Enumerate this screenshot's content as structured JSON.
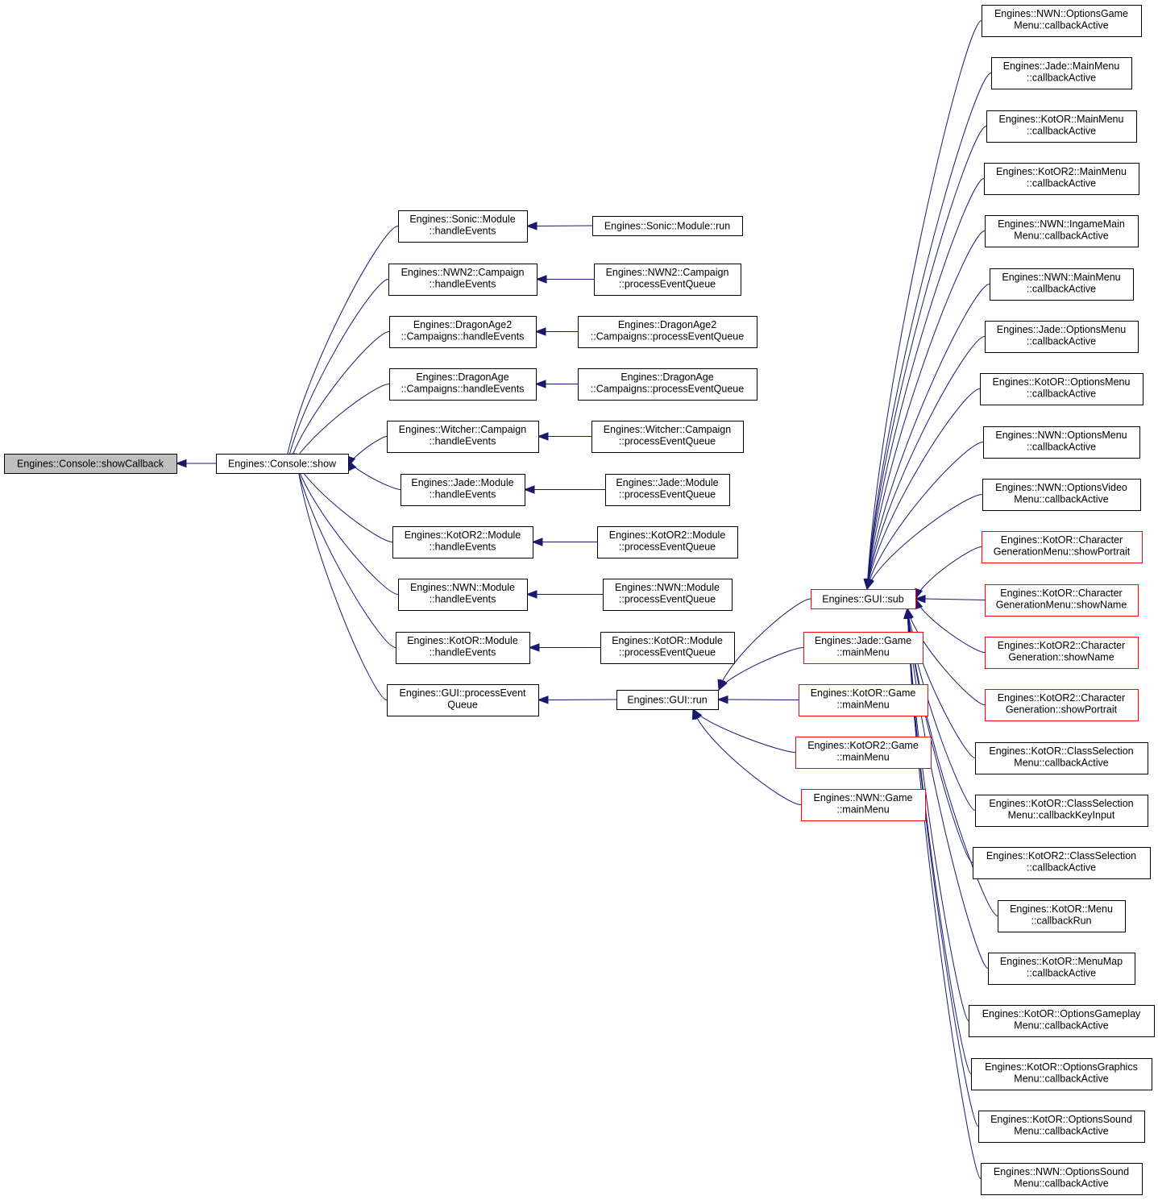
{
  "graph": {
    "edge_color": "#191970",
    "root_fill": "#bfbfbf",
    "truncated_border": "#ff0000",
    "nodes": [
      {
        "id": "showCallback",
        "lines": [
          "Engines::Console::showCallback"
        ],
        "root": true
      },
      {
        "id": "show",
        "lines": [
          "Engines::Console::show"
        ]
      },
      {
        "id": "sonicHE",
        "lines": [
          "Engines::Sonic::Module",
          "::handleEvents"
        ]
      },
      {
        "id": "nwn2HE",
        "lines": [
          "Engines::NWN2::Campaign",
          "::handleEvents"
        ]
      },
      {
        "id": "da2HE",
        "lines": [
          "Engines::DragonAge2",
          "::Campaigns::handleEvents"
        ]
      },
      {
        "id": "daHE",
        "lines": [
          "Engines::DragonAge",
          "::Campaigns::handleEvents"
        ]
      },
      {
        "id": "witcherHE",
        "lines": [
          "Engines::Witcher::Campaign",
          "::handleEvents"
        ]
      },
      {
        "id": "jadeHE",
        "lines": [
          "Engines::Jade::Module",
          "::handleEvents"
        ]
      },
      {
        "id": "kotor2HE",
        "lines": [
          "Engines::KotOR2::Module",
          "::handleEvents"
        ]
      },
      {
        "id": "nwnHE",
        "lines": [
          "Engines::NWN::Module",
          "::handleEvents"
        ]
      },
      {
        "id": "kotorHE",
        "lines": [
          "Engines::KotOR::Module",
          "::handleEvents"
        ]
      },
      {
        "id": "guiPEQ",
        "lines": [
          "Engines::GUI::processEvent",
          "Queue"
        ]
      },
      {
        "id": "sonicRun",
        "lines": [
          "Engines::Sonic::Module::run"
        ]
      },
      {
        "id": "nwn2PEQ",
        "lines": [
          "Engines::NWN2::Campaign",
          "::processEventQueue"
        ]
      },
      {
        "id": "da2PEQ",
        "lines": [
          "Engines::DragonAge2",
          "::Campaigns::processEventQueue"
        ]
      },
      {
        "id": "daPEQ",
        "lines": [
          "Engines::DragonAge",
          "::Campaigns::processEventQueue"
        ]
      },
      {
        "id": "witcherPEQ",
        "lines": [
          "Engines::Witcher::Campaign",
          "::processEventQueue"
        ]
      },
      {
        "id": "jadePEQ",
        "lines": [
          "Engines::Jade::Module",
          "::processEventQueue"
        ]
      },
      {
        "id": "kotor2PEQ",
        "lines": [
          "Engines::KotOR2::Module",
          "::processEventQueue"
        ]
      },
      {
        "id": "nwnPEQ",
        "lines": [
          "Engines::NWN::Module",
          "::processEventQueue"
        ]
      },
      {
        "id": "kotorPEQ",
        "lines": [
          "Engines::KotOR::Module",
          "::processEventQueue"
        ]
      },
      {
        "id": "guiRun",
        "lines": [
          "Engines::GUI::run"
        ]
      },
      {
        "id": "guiSub",
        "lines": [
          "Engines::GUI::sub"
        ],
        "truncated": true
      },
      {
        "id": "jadeGameMM",
        "lines": [
          "Engines::Jade::Game",
          "::mainMenu"
        ],
        "truncated": true
      },
      {
        "id": "kotorGameMM",
        "lines": [
          "Engines::KotOR::Game",
          "::mainMenu"
        ],
        "truncated": true
      },
      {
        "id": "kotor2GameMM",
        "lines": [
          "Engines::KotOR2::Game",
          "::mainMenu"
        ],
        "truncated": true
      },
      {
        "id": "nwnGameMM",
        "lines": [
          "Engines::NWN::Game",
          "::mainMenu"
        ],
        "truncated": true
      },
      {
        "id": "r0",
        "lines": [
          "Engines::NWN::OptionsGame",
          "Menu::callbackActive"
        ]
      },
      {
        "id": "r1",
        "lines": [
          "Engines::Jade::MainMenu",
          "::callbackActive"
        ]
      },
      {
        "id": "r2",
        "lines": [
          "Engines::KotOR::MainMenu",
          "::callbackActive"
        ]
      },
      {
        "id": "r3",
        "lines": [
          "Engines::KotOR2::MainMenu",
          "::callbackActive"
        ]
      },
      {
        "id": "r4",
        "lines": [
          "Engines::NWN::IngameMain",
          "Menu::callbackActive"
        ]
      },
      {
        "id": "r5",
        "lines": [
          "Engines::NWN::MainMenu",
          "::callbackActive"
        ]
      },
      {
        "id": "r6",
        "lines": [
          "Engines::Jade::OptionsMenu",
          "::callbackActive"
        ]
      },
      {
        "id": "r7",
        "lines": [
          "Engines::KotOR::OptionsMenu",
          "::callbackActive"
        ]
      },
      {
        "id": "r8",
        "lines": [
          "Engines::NWN::OptionsMenu",
          "::callbackActive"
        ]
      },
      {
        "id": "r9",
        "lines": [
          "Engines::NWN::OptionsVideo",
          "Menu::callbackActive"
        ]
      },
      {
        "id": "r10",
        "lines": [
          "Engines::KotOR::Character",
          "GenerationMenu::showPortrait"
        ],
        "truncated": true
      },
      {
        "id": "r11",
        "lines": [
          "Engines::KotOR::Character",
          "GenerationMenu::showName"
        ],
        "truncated": true
      },
      {
        "id": "r12",
        "lines": [
          "Engines::KotOR2::Character",
          "Generation::showName"
        ],
        "truncated": true
      },
      {
        "id": "r13",
        "lines": [
          "Engines::KotOR2::Character",
          "Generation::showPortrait"
        ],
        "truncated": true
      },
      {
        "id": "r14",
        "lines": [
          "Engines::KotOR::ClassSelection",
          "Menu::callbackActive"
        ]
      },
      {
        "id": "r15",
        "lines": [
          "Engines::KotOR::ClassSelection",
          "Menu::callbackKeyInput"
        ]
      },
      {
        "id": "r16",
        "lines": [
          "Engines::KotOR2::ClassSelection",
          "::callbackActive"
        ]
      },
      {
        "id": "r17",
        "lines": [
          "Engines::KotOR::Menu",
          "::callbackRun"
        ]
      },
      {
        "id": "r18",
        "lines": [
          "Engines::KotOR::MenuMap",
          "::callbackActive"
        ]
      },
      {
        "id": "r19",
        "lines": [
          "Engines::KotOR::OptionsGameplay",
          "Menu::callbackActive"
        ]
      },
      {
        "id": "r20",
        "lines": [
          "Engines::KotOR::OptionsGraphics",
          "Menu::callbackActive"
        ]
      },
      {
        "id": "r21",
        "lines": [
          "Engines::KotOR::OptionsSound",
          "Menu::callbackActive"
        ]
      },
      {
        "id": "r22",
        "lines": [
          "Engines::NWN::OptionsSound",
          "Menu::callbackActive"
        ]
      }
    ],
    "edges": [
      {
        "from": "show",
        "to": "showCallback"
      },
      {
        "from": "sonicHE",
        "to": "show"
      },
      {
        "from": "nwn2HE",
        "to": "show"
      },
      {
        "from": "da2HE",
        "to": "show"
      },
      {
        "from": "daHE",
        "to": "show"
      },
      {
        "from": "witcherHE",
        "to": "show"
      },
      {
        "from": "jadeHE",
        "to": "show"
      },
      {
        "from": "kotor2HE",
        "to": "show"
      },
      {
        "from": "nwnHE",
        "to": "show"
      },
      {
        "from": "kotorHE",
        "to": "show"
      },
      {
        "from": "guiPEQ",
        "to": "show"
      },
      {
        "from": "sonicRun",
        "to": "sonicHE"
      },
      {
        "from": "nwn2PEQ",
        "to": "nwn2HE"
      },
      {
        "from": "da2PEQ",
        "to": "da2HE"
      },
      {
        "from": "daPEQ",
        "to": "daHE"
      },
      {
        "from": "witcherPEQ",
        "to": "witcherHE"
      },
      {
        "from": "jadePEQ",
        "to": "jadeHE"
      },
      {
        "from": "kotor2PEQ",
        "to": "kotor2HE"
      },
      {
        "from": "nwnPEQ",
        "to": "nwnHE"
      },
      {
        "from": "kotorPEQ",
        "to": "kotorHE"
      },
      {
        "from": "guiRun",
        "to": "guiPEQ"
      },
      {
        "from": "guiSub",
        "to": "guiRun"
      },
      {
        "from": "jadeGameMM",
        "to": "guiRun"
      },
      {
        "from": "kotorGameMM",
        "to": "guiRun"
      },
      {
        "from": "kotor2GameMM",
        "to": "guiRun"
      },
      {
        "from": "nwnGameMM",
        "to": "guiRun"
      },
      {
        "from": "r0",
        "to": "guiSub"
      },
      {
        "from": "r1",
        "to": "guiSub"
      },
      {
        "from": "r2",
        "to": "guiSub"
      },
      {
        "from": "r3",
        "to": "guiSub"
      },
      {
        "from": "r4",
        "to": "guiSub"
      },
      {
        "from": "r5",
        "to": "guiSub"
      },
      {
        "from": "r6",
        "to": "guiSub"
      },
      {
        "from": "r7",
        "to": "guiSub"
      },
      {
        "from": "r8",
        "to": "guiSub"
      },
      {
        "from": "r9",
        "to": "guiSub"
      },
      {
        "from": "r10",
        "to": "guiSub"
      },
      {
        "from": "r11",
        "to": "guiSub"
      },
      {
        "from": "r12",
        "to": "guiSub"
      },
      {
        "from": "r13",
        "to": "guiSub"
      },
      {
        "from": "r14",
        "to": "guiSub"
      },
      {
        "from": "r15",
        "to": "guiSub"
      },
      {
        "from": "r16",
        "to": "guiSub"
      },
      {
        "from": "r17",
        "to": "guiSub"
      },
      {
        "from": "r18",
        "to": "guiSub"
      },
      {
        "from": "r19",
        "to": "guiSub"
      },
      {
        "from": "r20",
        "to": "guiSub"
      },
      {
        "from": "r21",
        "to": "guiSub"
      },
      {
        "from": "r22",
        "to": "guiSub"
      }
    ]
  }
}
